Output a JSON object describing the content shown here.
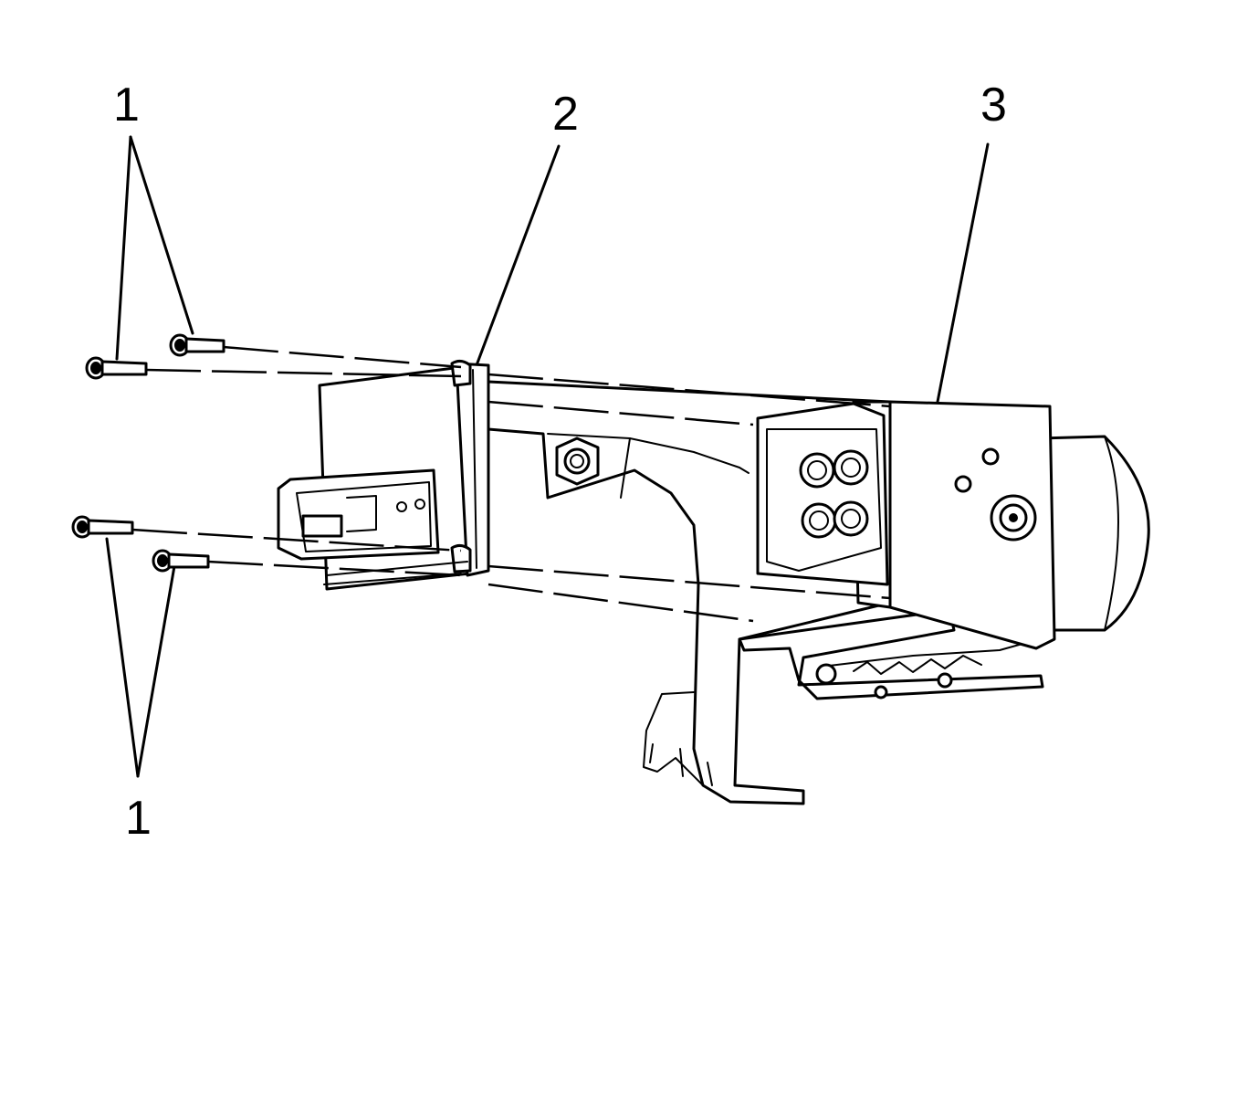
{
  "diagram": {
    "labels": {
      "callout_1_top": "1",
      "callout_2": "2",
      "callout_3": "3",
      "callout_1_bottom": "1"
    },
    "colors": {
      "line": "#000000",
      "background": "#ffffff"
    }
  }
}
